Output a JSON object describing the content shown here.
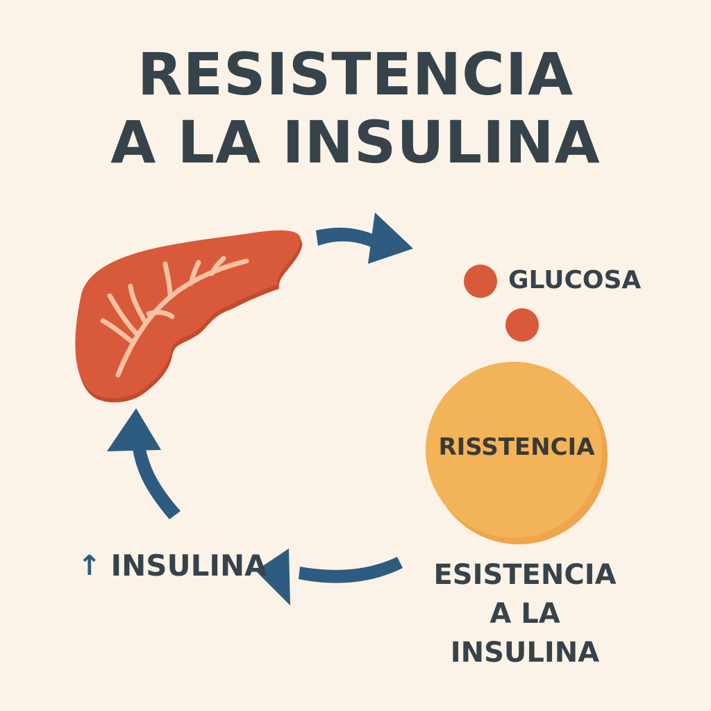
{
  "title": {
    "line1": "RESISTENCIA",
    "line2": "A LA INSULINA"
  },
  "labels": {
    "glucose": "GLUCOSA",
    "circle": "RISSTENCIA",
    "insulin_arrow": "↑",
    "insulin": "INSULINA",
    "bottom_line1": "ESISTENCIA",
    "bottom_line2": "A LA INSULINA"
  },
  "colors": {
    "background": "#fbf3e7",
    "text": "#37434b",
    "arrow": "#2e5b80",
    "organ": "#d95a3a",
    "glucose_dot": "#d95a3a",
    "resistance_circle": "#f3b359"
  }
}
